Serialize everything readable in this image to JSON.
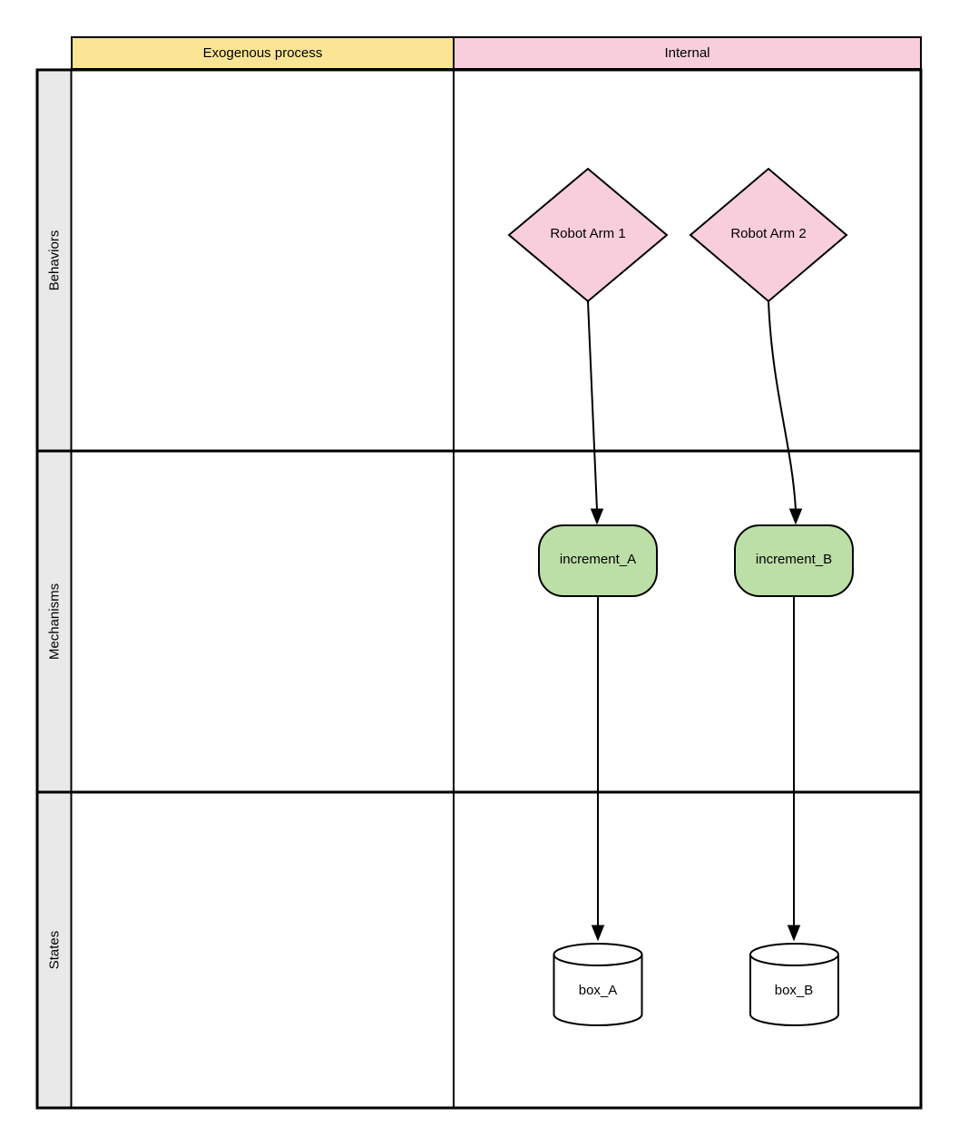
{
  "diagram_type": "swimlane-matrix",
  "colors": {
    "header_yellow": "#FBE594",
    "header_pink": "#F8CEDC",
    "node_pink": "#F8CEDC",
    "node_green": "#BCDFA8",
    "lane_gray": "#E9E9E9",
    "node_white": "#FFFFFF",
    "stroke": "#000000"
  },
  "matrix": {
    "column_headers": [
      {
        "label": "Exogenous process"
      },
      {
        "label": "Internal"
      }
    ],
    "row_headers": [
      {
        "label": "Behaviors"
      },
      {
        "label": "Mechanisms"
      },
      {
        "label": "States"
      }
    ]
  },
  "nodes": {
    "behaviors": [
      {
        "label": "Robot Arm 1",
        "shape": "diamond",
        "column": "Internal"
      },
      {
        "label": "Robot Arm 2",
        "shape": "diamond",
        "column": "Internal"
      }
    ],
    "mechanisms": [
      {
        "label": "increment_A",
        "shape": "rounded-rectangle",
        "column": "Internal"
      },
      {
        "label": "increment_B",
        "shape": "rounded-rectangle",
        "column": "Internal"
      }
    ],
    "states": [
      {
        "label": "box_A",
        "shape": "cylinder",
        "column": "Internal"
      },
      {
        "label": "box_B",
        "shape": "cylinder",
        "column": "Internal"
      }
    ]
  },
  "edges": [
    {
      "from": "Robot Arm 1",
      "to": "increment_A",
      "style": "arrow"
    },
    {
      "from": "Robot Arm 2",
      "to": "increment_B",
      "style": "arrow"
    },
    {
      "from": "increment_A",
      "to": "box_A",
      "style": "arrow"
    },
    {
      "from": "increment_B",
      "to": "box_B",
      "style": "arrow"
    }
  ]
}
